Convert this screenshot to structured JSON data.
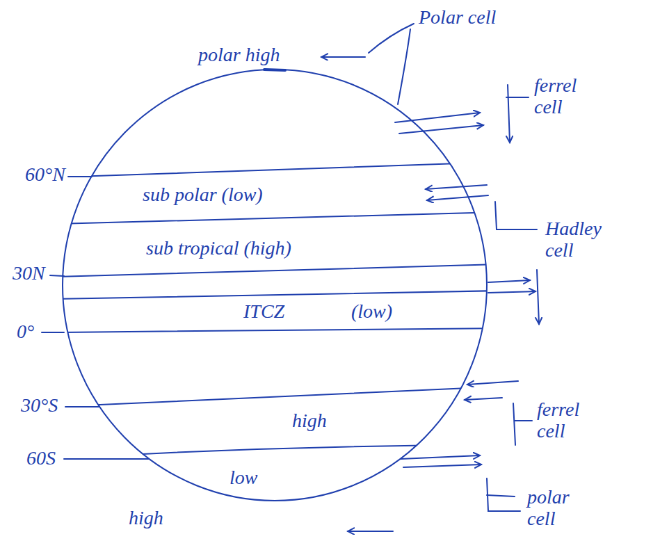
{
  "diagram": {
    "labels": [
      "Polar cell",
      "polar high",
      "ferrel cell",
      "60°N",
      "sub polar (low)",
      "30N",
      "sub tropical (high)",
      "Hadley cell",
      "ITCZ",
      "(low)",
      "0°",
      "30°S",
      "high",
      "ferrel cell",
      "low",
      "60S",
      "high",
      "polar cell"
    ]
  }
}
